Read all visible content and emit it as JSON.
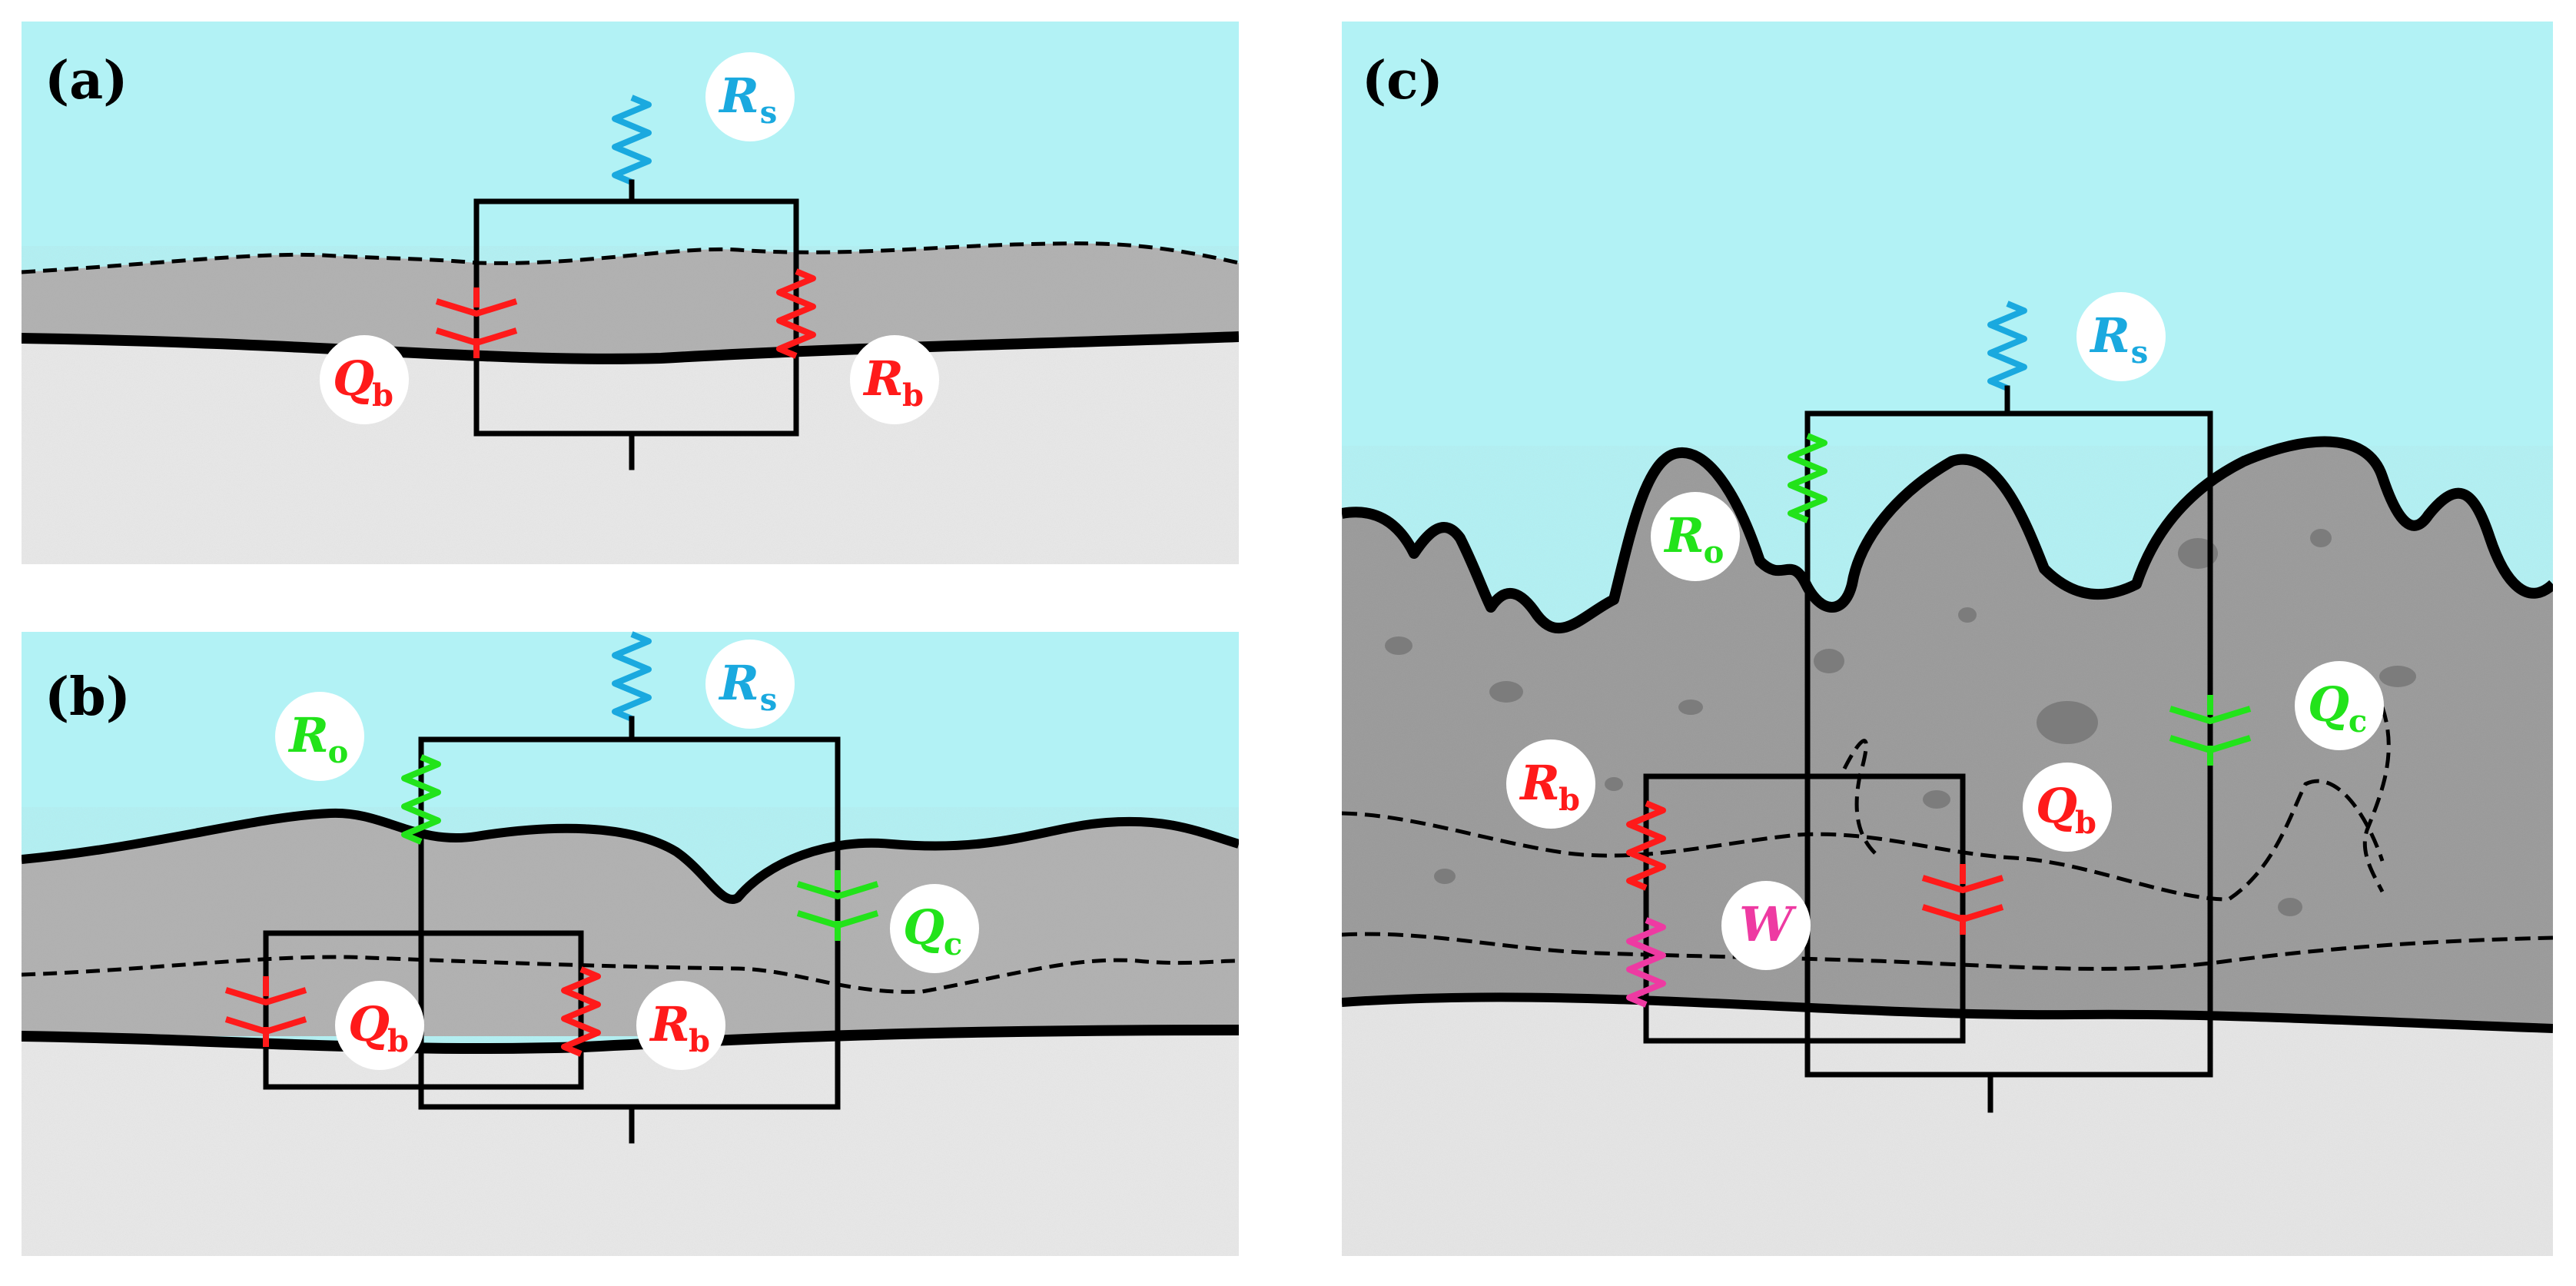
{
  "colors": {
    "electrolyte": "#b2f2f5",
    "coating": "#b0b0b0",
    "coating_dark": "#8f8f8f",
    "substrate": "#e9e9e9",
    "wire": "#000000",
    "rs": "#1aa9df",
    "inner": "#ff1a1a",
    "outer": "#22e31a",
    "warburg": "#ee3aa2"
  },
  "panels": {
    "a": {
      "label": "(a)",
      "Rs": {
        "main": "R",
        "sub": "s"
      },
      "Qb": {
        "main": "Q",
        "sub": "b"
      },
      "Rb": {
        "main": "R",
        "sub": "b"
      }
    },
    "b": {
      "label": "(b)",
      "Rs": {
        "main": "R",
        "sub": "s"
      },
      "Ro": {
        "main": "R",
        "sub": "o"
      },
      "Qc": {
        "main": "Q",
        "sub": "c"
      },
      "Qb": {
        "main": "Q",
        "sub": "b"
      },
      "Rb": {
        "main": "R",
        "sub": "b"
      }
    },
    "c": {
      "label": "(c)",
      "Rs": {
        "main": "R",
        "sub": "s"
      },
      "Ro": {
        "main": "R",
        "sub": "o"
      },
      "Qc": {
        "main": "Q",
        "sub": "c"
      },
      "Rb": {
        "main": "R",
        "sub": "b"
      },
      "Qb": {
        "main": "Q",
        "sub": "b"
      },
      "W": {
        "main": "W",
        "sub": ""
      }
    }
  }
}
